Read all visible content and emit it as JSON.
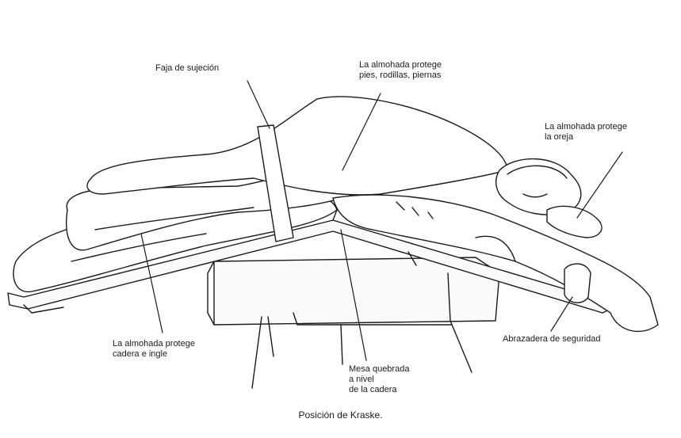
{
  "labels": {
    "faja": "Faja de sujeción",
    "almohada_pies": "La almohada protege\npies, rodillas, piernas",
    "almohada_oreja": "La almohada protege\nla oreja",
    "almohada_cadera": "La almohada protege\ncadera e ingle",
    "mesa": "Mesa quebrada\na nivel\nde la cadera",
    "abrazadera": "Abrazadera de seguridad"
  },
  "caption": "Posición de Kraske."
}
